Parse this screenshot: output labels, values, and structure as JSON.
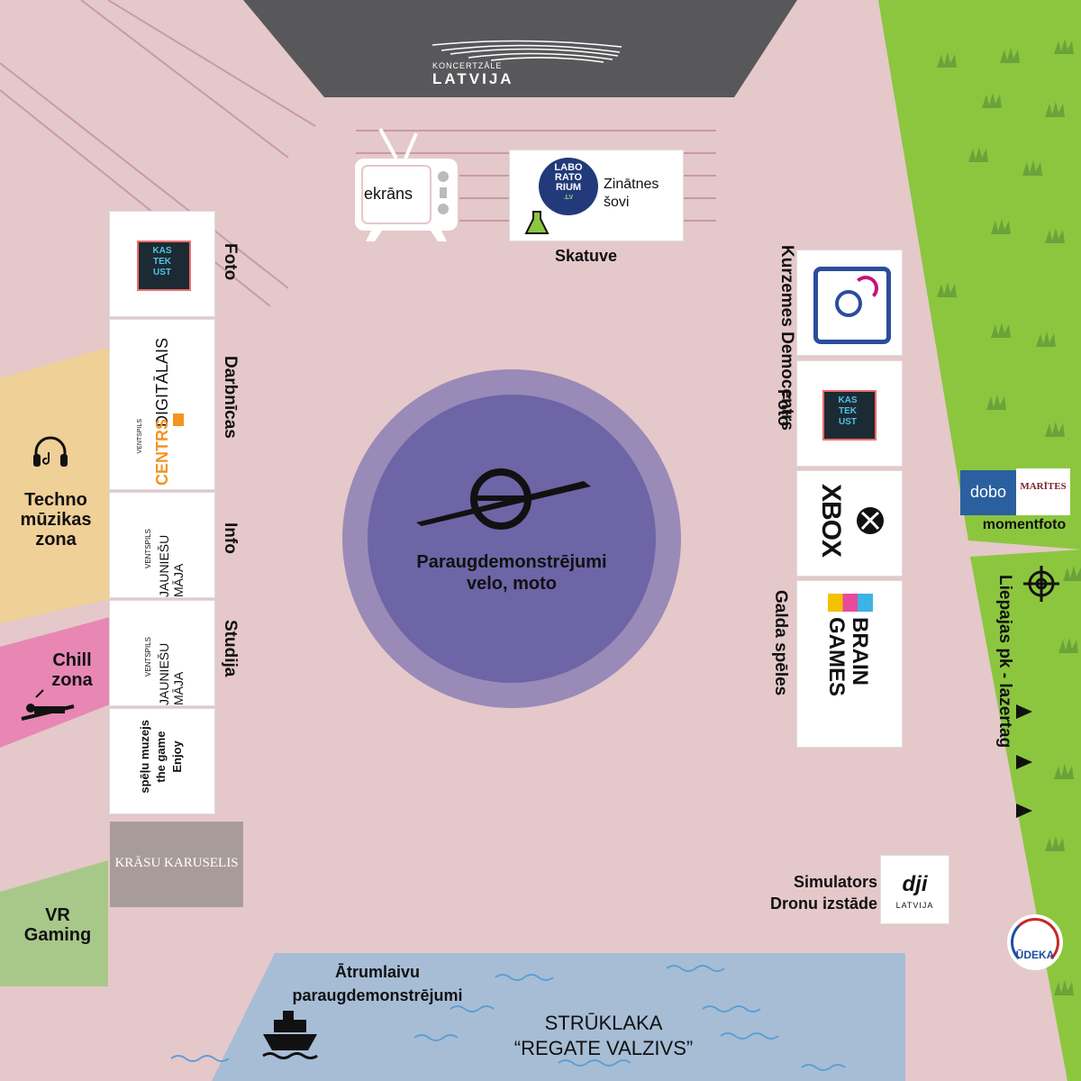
{
  "venue": {
    "brand_small": "KONCERTZĀLE",
    "brand_big": "LATVIJA"
  },
  "stage": {
    "screen_label": "ekrāns",
    "lab_logo_lines": [
      "LABO",
      "RATO",
      "RIUM",
      ".LV"
    ],
    "lab_text": "Zinātnes šovi",
    "stage_label": "Skatuve"
  },
  "left_column": {
    "kastekust_logo": [
      "KAS",
      "TEK",
      "UST"
    ],
    "foto_label": "Foto",
    "digitalais_logo_top": "DIGITĀLAIS",
    "digitalais_logo_small": "VENTSPILS",
    "digitalais_logo_bottom": "CENTRS",
    "darbnicas_label": "Darbnīcas",
    "jauniesu_small": "VENTSPILS",
    "jauniesu_big": "JAUNIEŠU MĀJA",
    "info_label": "Info",
    "studija_label": "Studija",
    "enjoy_lines": [
      "Enjoy",
      "the game",
      "spēļu muzejs"
    ],
    "krasu_label": "KRĀSU KARUSELIS"
  },
  "zones": {
    "techno": [
      "Techno",
      "mūzikas",
      "zona"
    ],
    "chill": [
      "Chill",
      "zona"
    ],
    "vr": [
      "VR",
      "Gaming"
    ]
  },
  "center": {
    "title_line1": "Paraugdemonstrējumi",
    "title_line2": "velo, moto"
  },
  "right_column": {
    "kurzemes_label": "Kurzemes Democentrs",
    "foto_label": "Foto",
    "xbox_label": "XBOX",
    "galda_label": "Galda spēles",
    "brain_logo": [
      "BRAIN",
      "GAMES"
    ],
    "simulators_label_line1": "Simulators",
    "simulators_label_line2": "Dronu izstāde",
    "dji_logo": "dji",
    "dji_sub": "LATVIJA"
  },
  "green_area": {
    "dobo_label": "dobo",
    "maritas_label": "MARĪTES",
    "momentfoto_label": "momentfoto",
    "lazertag_label": "Liepajas pk - lazertag",
    "udeka_label": "ŪDEKA"
  },
  "water": {
    "boats_line1": "Ātrumlaivu",
    "boats_line2": "paraugdemonstrējumi",
    "fountain_line1": "STRŪKLAKA",
    "fountain_line2": "“REGATE VALZIVS”"
  },
  "colors": {
    "background": "#e5c8ca",
    "grass": "#8cc63f",
    "water": "#a7bdd6",
    "venue": "#58585b",
    "circle_outer": "#9a8ab8",
    "circle_inner": "#6d65a6",
    "techno_zone": "#efd096",
    "chill_zone": "#e887b4",
    "vr_zone": "#a8c88a",
    "krasu": "#a89c9a"
  }
}
